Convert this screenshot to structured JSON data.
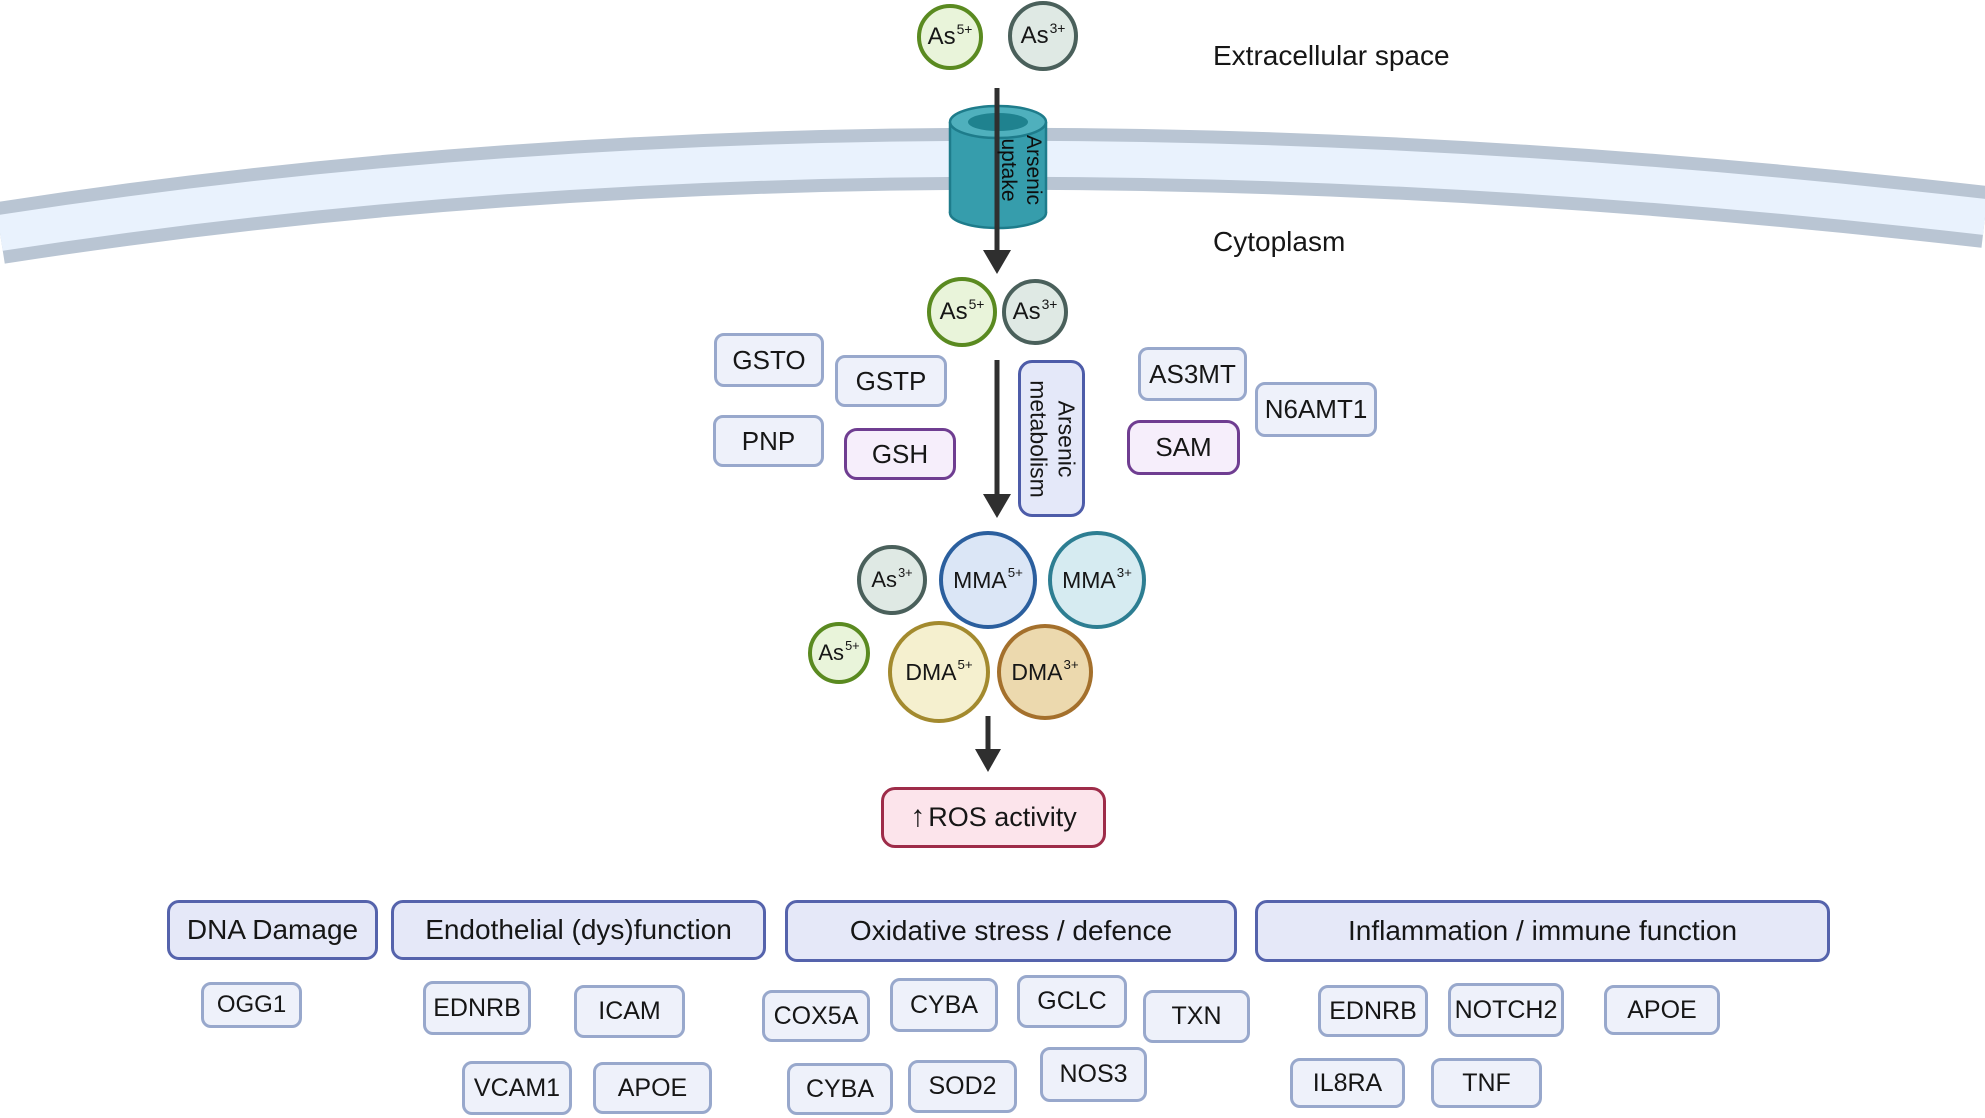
{
  "regions": {
    "extracellular": "Extracellular space",
    "cytoplasm": "Cytoplasm"
  },
  "channel": {
    "line1": "Arsenic",
    "line2": "uptake"
  },
  "metabolism": {
    "line1": "Arsenic",
    "line2": "metabolism"
  },
  "ions_top": {
    "as5": {
      "base": "As",
      "sup": "5+"
    },
    "as3": {
      "base": "As",
      "sup": "3+"
    }
  },
  "ions_cyto": {
    "as5": {
      "base": "As",
      "sup": "5+"
    },
    "as3": {
      "base": "As",
      "sup": "3+"
    }
  },
  "enzymes": {
    "gsto": "GSTO",
    "gstp": "GSTP",
    "pnp": "PNP",
    "gsh": "GSH",
    "as3mt": "AS3MT",
    "n6amt1": "N6AMT1",
    "sam": "SAM"
  },
  "metabolites": {
    "as3": {
      "base": "As",
      "sup": "3+"
    },
    "mma5": {
      "base": "MMA",
      "sup": "5+"
    },
    "mma3": {
      "base": "MMA",
      "sup": "3+"
    },
    "as5": {
      "base": "As",
      "sup": "5+"
    },
    "dma5": {
      "base": "DMA",
      "sup": "5+"
    },
    "dma3": {
      "base": "DMA",
      "sup": "3+"
    }
  },
  "ros": {
    "arrow": "↑",
    "label": "ROS activity"
  },
  "categories": {
    "dna": {
      "title": "DNA Damage",
      "genes": {
        "ogg1": "OGG1"
      }
    },
    "endothelial": {
      "title": "Endothelial (dys)function",
      "genes": {
        "ednrb": "EDNRB",
        "icam": "ICAM",
        "vcam1": "VCAM1",
        "apoe": "APOE"
      }
    },
    "oxidative": {
      "title": "Oxidative stress / defence",
      "genes": {
        "cox5a": "COX5A",
        "cyba": "CYBA",
        "gclc": "GCLC",
        "txn": "TXN",
        "cyba2": "CYBA",
        "sod2": "SOD2",
        "nos3": "NOS3"
      }
    },
    "inflammation": {
      "title": "Inflammation / immune function",
      "genes": {
        "ednrb": "EDNRB",
        "notch2": "NOTCH2",
        "apoe": "APOE",
        "il8ra": "IL8RA",
        "tnf": "TNF"
      }
    }
  },
  "colors": {
    "membrane_outer": "#b9c5d3",
    "membrane_inner": "#e9f2fd",
    "channel_body": "#369dac",
    "channel_top": "#4fb0bd",
    "channel_hole": "#1f828f",
    "ion_green_fill": "#e9f4da",
    "ion_green_border": "#5a8a20",
    "ion_sage_fill": "#dfe9e4",
    "ion_sage_border": "#4a605b",
    "mma5_fill": "#dbe6f6",
    "mma5_border": "#2b5f9e",
    "mma3_fill": "#d6ebf1",
    "mma3_border": "#2d7e92",
    "dma5_fill": "#f5f0cf",
    "dma5_border": "#a38a2e",
    "dma3_fill": "#ecd9ae",
    "dma3_border": "#a4702c",
    "gene_fill": "#eef1fa",
    "gene_border": "#98a8cc",
    "purple_fill": "#f6eefb",
    "purple_border": "#6f3d91",
    "category_fill": "#e5e8f8",
    "category_border": "#5563ac",
    "ros_fill": "#fce4eb",
    "ros_border": "#9e2c49",
    "arrow": "#2f2f2f"
  }
}
